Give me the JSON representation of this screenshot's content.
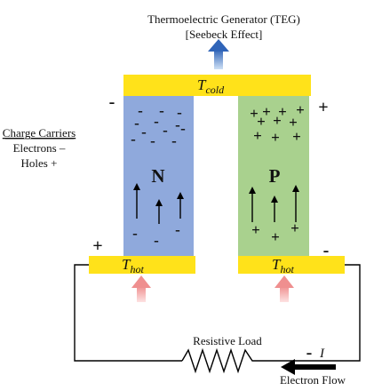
{
  "title": {
    "line1": "Thermoelectric Generator (TEG)",
    "line2": "[Seebeck Effect]"
  },
  "legend": {
    "heading": "Charge Carriers",
    "electrons": "Electrons –",
    "holes": "Holes +"
  },
  "plates": {
    "cold": {
      "main": "T",
      "sub": "cold"
    },
    "hot_left": {
      "main": "T",
      "sub": "hot"
    },
    "hot_right": {
      "main": "T",
      "sub": "hot"
    }
  },
  "legs": {
    "n_label": "N",
    "p_label": "P",
    "n_carrier_symbol": "-",
    "p_carrier_symbol": "+"
  },
  "terminals": {
    "top_left": "-",
    "top_right": "+",
    "bottom_left": "+",
    "bottom_right": "-"
  },
  "circuit": {
    "load_label": "Resistive Load",
    "current_label": "I",
    "current_sign": "-",
    "flow_label": "Electron Flow"
  },
  "colors": {
    "n_leg": "#8fa9dc",
    "p_leg": "#a9d18e",
    "plate": "#ffe21a",
    "heat_up": "#f4a6a6",
    "heat_out": "#4f7fc4",
    "wire": "#000000"
  }
}
